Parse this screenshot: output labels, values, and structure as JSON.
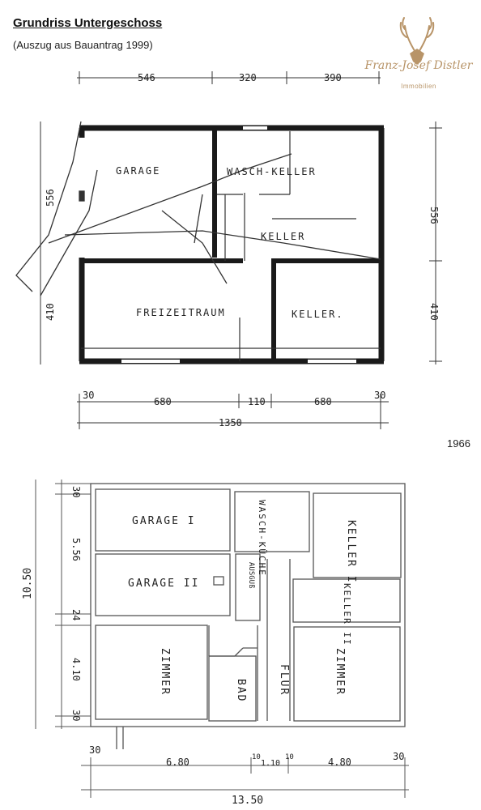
{
  "header": {
    "title": "Grundriss Untergeschoss",
    "subtitle": "(Auszug aus Bauantrag 1999)"
  },
  "logo": {
    "name": "Franz-Josef Distler",
    "sub": "Immobilien",
    "icon": "deer-antler-icon",
    "color": "#b89468"
  },
  "plan_1999": {
    "rooms": {
      "garage": "GARAGE",
      "waschkeller": "WASCH-KELLER",
      "keller_mid": "KELLER",
      "freizeitraum": "FREIZEITRAUM",
      "keller_right": "KELLER."
    },
    "dim_top": [
      "546",
      "320",
      "390"
    ],
    "dim_bottom": [
      "30",
      "680",
      "110",
      "680",
      "30"
    ],
    "dim_total": "1350",
    "dim_left": [
      "556",
      "410"
    ],
    "dim_right": [
      "556",
      "410"
    ]
  },
  "year_label": "1966",
  "plan_1966": {
    "rooms": {
      "garage1": "GARAGE I",
      "garage2": "GARAGE II",
      "waschkueche": "WASCH-KÜCHE",
      "keller1": "KELLER I",
      "keller2": "KELLER II",
      "ausguss": "AUSGUß",
      "zimmer_left": "ZIMMER",
      "bad": "BAD",
      "flur": "FLUR",
      "zimmer_right": "ZIMMER"
    },
    "dim_left": [
      "30",
      "5.56",
      "24",
      "4.10",
      "30"
    ],
    "dim_total_vertical": "10.50",
    "dim_bottom": [
      "30",
      "6.80",
      "10",
      "1.10",
      "10",
      "4.80",
      "30"
    ],
    "dim_total": "13.50"
  }
}
